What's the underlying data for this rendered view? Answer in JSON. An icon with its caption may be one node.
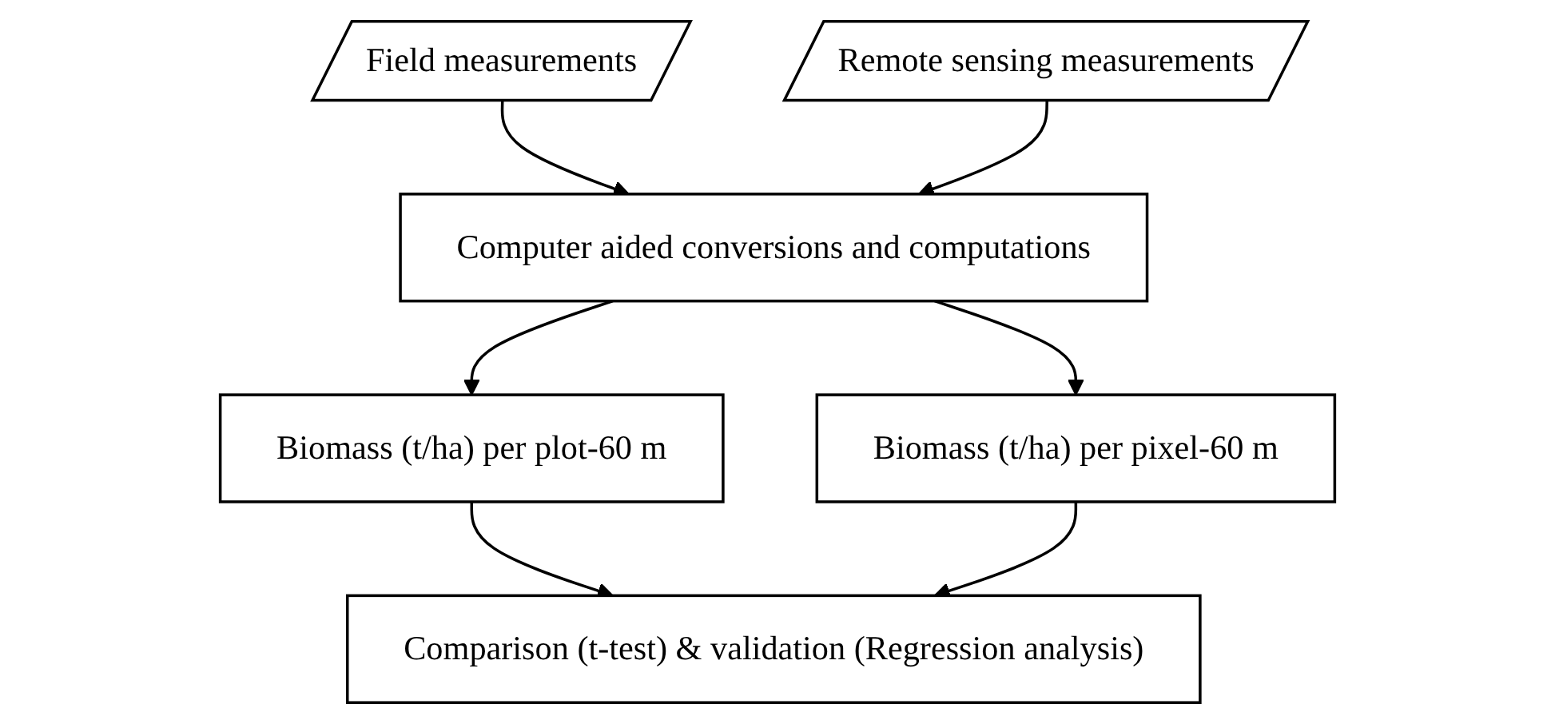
{
  "diagram": {
    "nodes": [
      {
        "text": [
          "Field measurements"
        ]
      },
      {
        "text": [
          "Remote sensing measurements"
        ]
      },
      {
        "text": [
          "Computer aided conversions and computations"
        ]
      },
      {
        "text": [
          "Biomass (t/ha) per plot-60 m"
        ]
      },
      {
        "text": [
          "Biomass (t/ha) per pixel-60 m"
        ]
      },
      {
        "text": [
          "Comparison (t-test) & validation (Regression analysis)"
        ]
      }
    ],
    "edges": [
      {
        "from": 0,
        "to": 2,
        "arrow": "to"
      },
      {
        "from": 1,
        "to": 2,
        "arrow": "to"
      },
      {
        "from": 2,
        "to": 3,
        "arrow": "to"
      },
      {
        "from": 2,
        "to": 4,
        "arrow": "to"
      },
      {
        "from": 3,
        "to": 5,
        "arrow": "to"
      },
      {
        "from": 4,
        "to": 5,
        "arrow": "to"
      }
    ]
  }
}
